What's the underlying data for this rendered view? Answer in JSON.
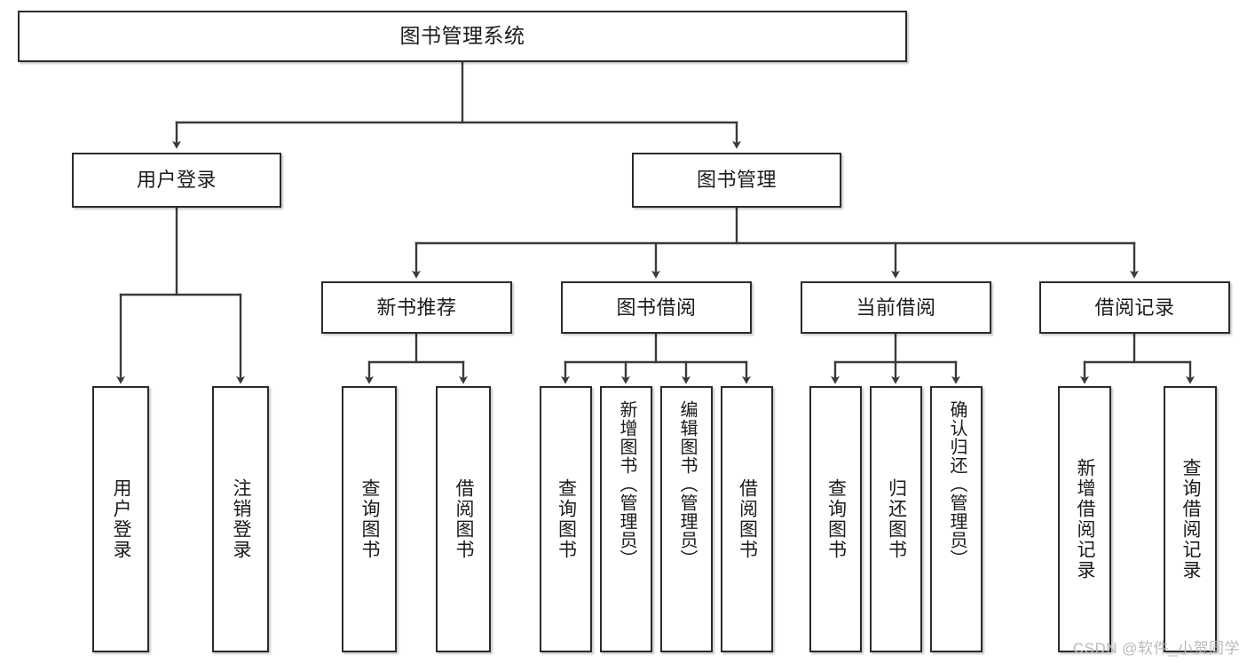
{
  "diagram": {
    "title": "图书管理系统",
    "type": "tree",
    "watermark": "CSDN @软件_小贺同学",
    "colors": {
      "node_stroke": "#2b2b2b",
      "node_fill": "#ffffff",
      "edge": "#3a3a3a",
      "text": "#1b1b1b",
      "watermark": "#b9b9b9",
      "background": "#ffffff"
    },
    "nodes": {
      "root": {
        "label": "图书管理系统"
      },
      "level1": [
        {
          "id": "user-login",
          "label": "用户登录"
        },
        {
          "id": "book-manage",
          "label": "图书管理"
        }
      ],
      "level2": [
        {
          "id": "new-book-recommend",
          "label": "新书推荐"
        },
        {
          "id": "book-borrow",
          "label": "图书借阅"
        },
        {
          "id": "current-borrow",
          "label": "当前借阅"
        },
        {
          "id": "borrow-record",
          "label": "借阅记录"
        }
      ],
      "leaves": {
        "user_login": [
          {
            "id": "leaf-user-login",
            "label": "用户登录"
          },
          {
            "id": "leaf-logout-login",
            "label": "注销登录"
          }
        ],
        "new_book_recommend": [
          {
            "id": "leaf-query-book-1",
            "label": "查询图书"
          },
          {
            "id": "leaf-borrow-book-1",
            "label": "借阅图书"
          }
        ],
        "book_borrow": [
          {
            "id": "leaf-query-book-2",
            "label": "查询图书"
          },
          {
            "id": "leaf-add-book-admin",
            "label": "新增图书（管理员）"
          },
          {
            "id": "leaf-edit-book-admin",
            "label": "编辑图书（管理员）"
          },
          {
            "id": "leaf-borrow-book-2",
            "label": "借阅图书"
          }
        ],
        "current_borrow": [
          {
            "id": "leaf-query-book-3",
            "label": "查询图书"
          },
          {
            "id": "leaf-return-book",
            "label": "归还图书"
          },
          {
            "id": "leaf-confirm-return-admin",
            "label": "确认归还（管理员）"
          }
        ],
        "borrow_record": [
          {
            "id": "leaf-add-borrow-record",
            "label": "新增借阅记录"
          },
          {
            "id": "leaf-query-borrow-record",
            "label": "查询借阅记录"
          }
        ]
      }
    }
  }
}
